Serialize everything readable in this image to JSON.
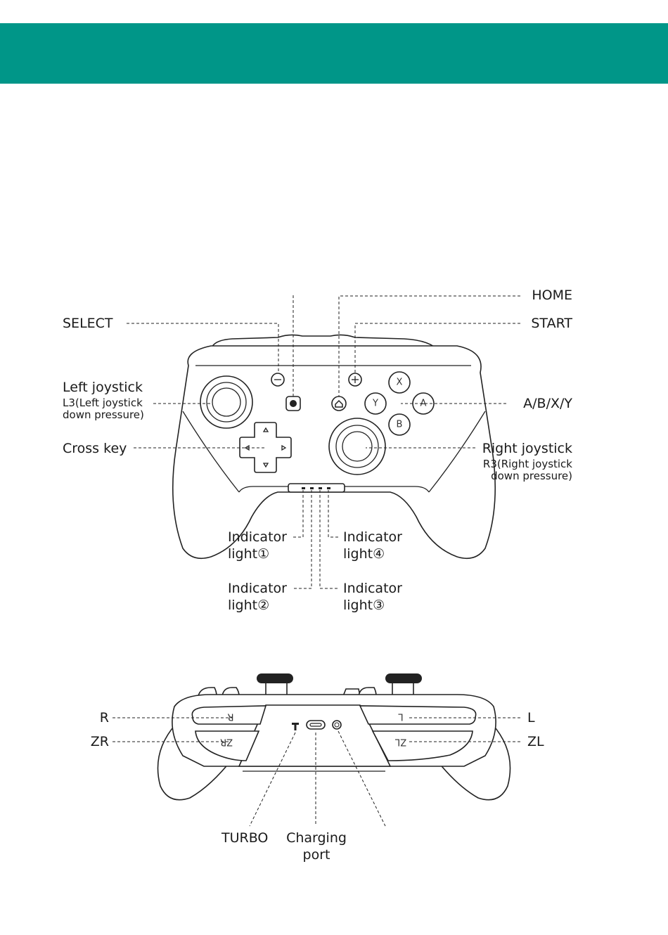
{
  "labels": {
    "select": "SELECT",
    "home": "HOME",
    "start": "START",
    "left_joystick": "Left joystick",
    "left_joystick_sub": [
      "L3(Left joystick",
      "down pressure)"
    ],
    "abxy": "A/B/X/Y",
    "cross_key": "Cross key",
    "right_joystick": "Right joystick",
    "right_joystick_sub": [
      "R3(Right joystick",
      "down pressure)"
    ],
    "indicator1": [
      "Indicator",
      "light①"
    ],
    "indicator2": [
      "Indicator",
      "light②"
    ],
    "indicator3": [
      "Indicator",
      "light③"
    ],
    "indicator4": [
      "Indicator",
      "light④"
    ],
    "r": "R",
    "zr": "ZR",
    "l": "L",
    "zl": "ZL",
    "turbo": "TURBO",
    "charging_port": [
      "Charging",
      "port"
    ]
  },
  "buttons": {
    "x": "X",
    "y": "Y",
    "a": "A",
    "b": "B",
    "r_mark": "R",
    "zr_mark": "ZR",
    "l_mark": "L",
    "zl_mark": "ZL"
  },
  "colors": {
    "header": "#009688"
  }
}
